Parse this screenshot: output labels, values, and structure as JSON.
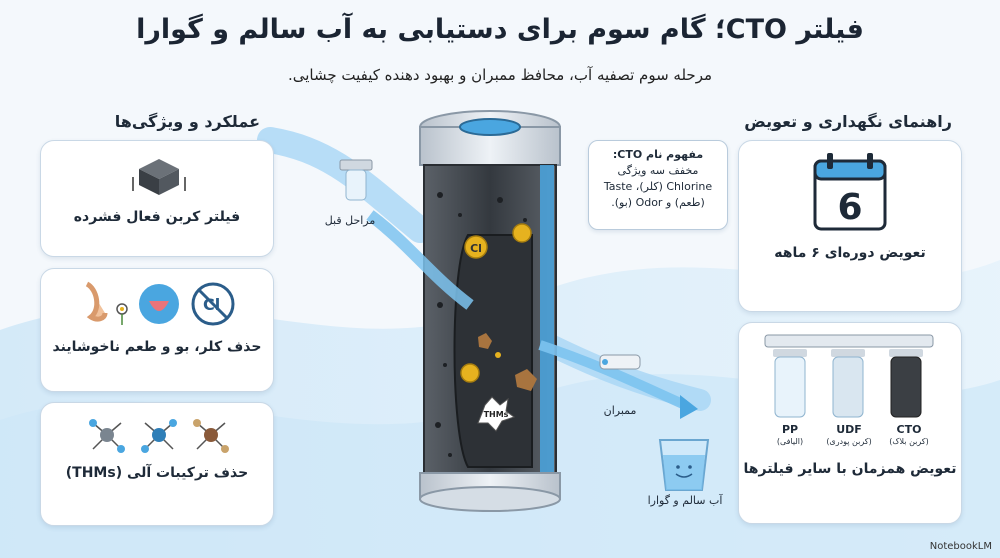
{
  "title": "فیلتر CTO؛ گام سوم برای دستیابی به آب سالم و گوارا",
  "subtitle": "مرحله سوم تصفیه آب، محافظ ممبران و بهبود دهنده کیفیت چشایی.",
  "left_section": {
    "heading": "عملکرد و ویژگی‌ها",
    "cards": [
      {
        "label": "فیلتر کربن فعال فشرده",
        "icon": "carbon-block-icon"
      },
      {
        "label": "حذف کلر، بو و طعم ناخوشایند",
        "icon": "nose-tongue-no-chlorine-icon"
      },
      {
        "label": "حذف ترکیبات آلی (THMs)",
        "icon": "molecule-icon"
      }
    ]
  },
  "right_section": {
    "heading": "راهنمای نگهداری و تعویض",
    "cards": [
      {
        "label": "تعویض دوره‌ای ۶ ماهه",
        "icon": "calendar-icon",
        "calendar_number": "6"
      },
      {
        "label": "تعویض همزمان با سایر فیلترها",
        "icon": "filter-set-icon",
        "filters": [
          {
            "name": "PP",
            "desc": "(الیافی)"
          },
          {
            "name": "UDF",
            "desc": "(کربن پودری)"
          },
          {
            "name": "CTO",
            "desc": "(کربن بلاک)"
          }
        ]
      }
    ]
  },
  "center": {
    "prev_stages_label": "مراحل قبل",
    "membrane_label": "ممبران",
    "output_label": "آب سالم و گوارا",
    "cl_label": "Cl",
    "thms_label": "THMs",
    "callout_lines": [
      "مفهوم نام CTO:",
      "مخفف سه ویژگی",
      "Chlorine (کلر)، Taste",
      "(طعم) و Odor (بو)."
    ]
  },
  "brand": "NotebookLM",
  "colors": {
    "water": "#4aa6e0",
    "carbon": "#3b3f44",
    "accent": "#e6b21f"
  }
}
